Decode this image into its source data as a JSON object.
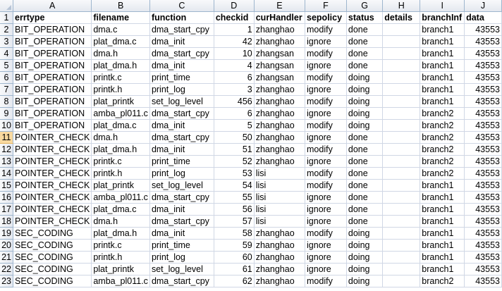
{
  "columns": [
    "A",
    "B",
    "C",
    "D",
    "E",
    "F",
    "G",
    "H",
    "I",
    "J"
  ],
  "headers": [
    "errtype",
    "filename",
    "function",
    "checkid",
    "curHandler",
    "sepolicy",
    "status",
    "details",
    "branchInf",
    "data"
  ],
  "rows": [
    {
      "n": "2",
      "c": [
        "BIT_OPERATION",
        "dma.c",
        "dma_start_cpy",
        "1",
        "zhanghao",
        "modify",
        "done",
        "",
        "branch1",
        "43553"
      ]
    },
    {
      "n": "3",
      "c": [
        "BIT_OPERATION",
        "plat_dma.c",
        "dma_init",
        "42",
        "zhanghao",
        "ignore",
        "done",
        "",
        "branch1",
        "43553"
      ]
    },
    {
      "n": "4",
      "c": [
        "BIT_OPERATION",
        "dma.h",
        "dma_start_cpy",
        "10",
        "zhangsan",
        "modify",
        "done",
        "",
        "branch1",
        "43553"
      ]
    },
    {
      "n": "5",
      "c": [
        "BIT_OPERATION",
        "plat_dma.h",
        "dma_init",
        "4",
        "zhangsan",
        "ignore",
        "done",
        "",
        "branch1",
        "43553"
      ]
    },
    {
      "n": "6",
      "c": [
        "BIT_OPERATION",
        "printk.c",
        "print_time",
        "6",
        "zhangsan",
        "modify",
        "doing",
        "",
        "branch1",
        "43553"
      ]
    },
    {
      "n": "7",
      "c": [
        "BIT_OPERATION",
        "printk.h",
        "print_log",
        "3",
        "zhanghao",
        "ignore",
        "doing",
        "",
        "branch1",
        "43553"
      ]
    },
    {
      "n": "8",
      "c": [
        "BIT_OPERATION",
        "plat_printk",
        "set_log_level",
        "456",
        "zhanghao",
        "modify",
        "doing",
        "",
        "branch1",
        "43553"
      ]
    },
    {
      "n": "9",
      "c": [
        "BIT_OPERATION",
        "amba_pl011.c",
        "dma_start_cpy",
        "6",
        "zhanghao",
        "ignore",
        "doing",
        "",
        "branch2",
        "43553"
      ]
    },
    {
      "n": "10",
      "c": [
        "BIT_OPERATION",
        "plat_dma.c",
        "dma_init",
        "5",
        "zhanghao",
        "modify",
        "doing",
        "",
        "branch2",
        "43553"
      ]
    },
    {
      "n": "11",
      "c": [
        "POINTER_CHECK",
        "dma.h",
        "dma_start_cpy",
        "50",
        "zhanghao",
        "ignore",
        "done",
        "",
        "branch2",
        "43553"
      ]
    },
    {
      "n": "12",
      "c": [
        "POINTER_CHECK",
        "plat_dma.h",
        "dma_init",
        "51",
        "zhanghao",
        "modify",
        "done",
        "",
        "branch2",
        "43553"
      ]
    },
    {
      "n": "13",
      "c": [
        "POINTER_CHECK",
        "printk.c",
        "print_time",
        "52",
        "zhanghao",
        "ignore",
        "done",
        "",
        "branch2",
        "43553"
      ]
    },
    {
      "n": "14",
      "c": [
        "POINTER_CHECK",
        "printk.h",
        "print_log",
        "53",
        "lisi",
        "modify",
        "done",
        "",
        "branch2",
        "43553"
      ]
    },
    {
      "n": "15",
      "c": [
        "POINTER_CHECK",
        "plat_printk",
        "set_log_level",
        "54",
        "lisi",
        "modify",
        "done",
        "",
        "branch1",
        "43553"
      ]
    },
    {
      "n": "16",
      "c": [
        "POINTER_CHECK",
        "amba_pl011.c",
        "dma_start_cpy",
        "55",
        "lisi",
        "ignore",
        "done",
        "",
        "branch1",
        "43553"
      ]
    },
    {
      "n": "17",
      "c": [
        "POINTER_CHECK",
        "plat_dma.c",
        "dma_init",
        "56",
        "lisi",
        "ignore",
        "done",
        "",
        "branch1",
        "43553"
      ]
    },
    {
      "n": "18",
      "c": [
        "POINTER_CHECK",
        "dma.h",
        "dma_start_cpy",
        "57",
        "lisi",
        "ignore",
        "done",
        "",
        "branch1",
        "43553"
      ]
    },
    {
      "n": "19",
      "c": [
        "SEC_CODING",
        "plat_dma.h",
        "dma_init",
        "58",
        "zhanghao",
        "modify",
        "doing",
        "",
        "branch1",
        "43553"
      ]
    },
    {
      "n": "20",
      "c": [
        "SEC_CODING",
        "printk.c",
        "print_time",
        "59",
        "zhanghao",
        "ignore",
        "doing",
        "",
        "branch1",
        "43553"
      ]
    },
    {
      "n": "21",
      "c": [
        "SEC_CODING",
        "printk.h",
        "print_log",
        "60",
        "zhanghao",
        "ignore",
        "doing",
        "",
        "branch1",
        "43553"
      ]
    },
    {
      "n": "22",
      "c": [
        "SEC_CODING",
        "plat_printk",
        "set_log_level",
        "61",
        "zhanghao",
        "ignore",
        "doing",
        "",
        "branch1",
        "43553"
      ]
    },
    {
      "n": "23",
      "c": [
        "SEC_CODING",
        "amba_pl011.c",
        "dma_start_cpy",
        "62",
        "zhanghao",
        "modify",
        "doing",
        "",
        "branch2",
        "43553"
      ]
    }
  ],
  "active_row": "11",
  "colors": {
    "grid": "#d0d7e5",
    "header_border": "#9eb6ce",
    "active_row": "#f9d99f"
  }
}
